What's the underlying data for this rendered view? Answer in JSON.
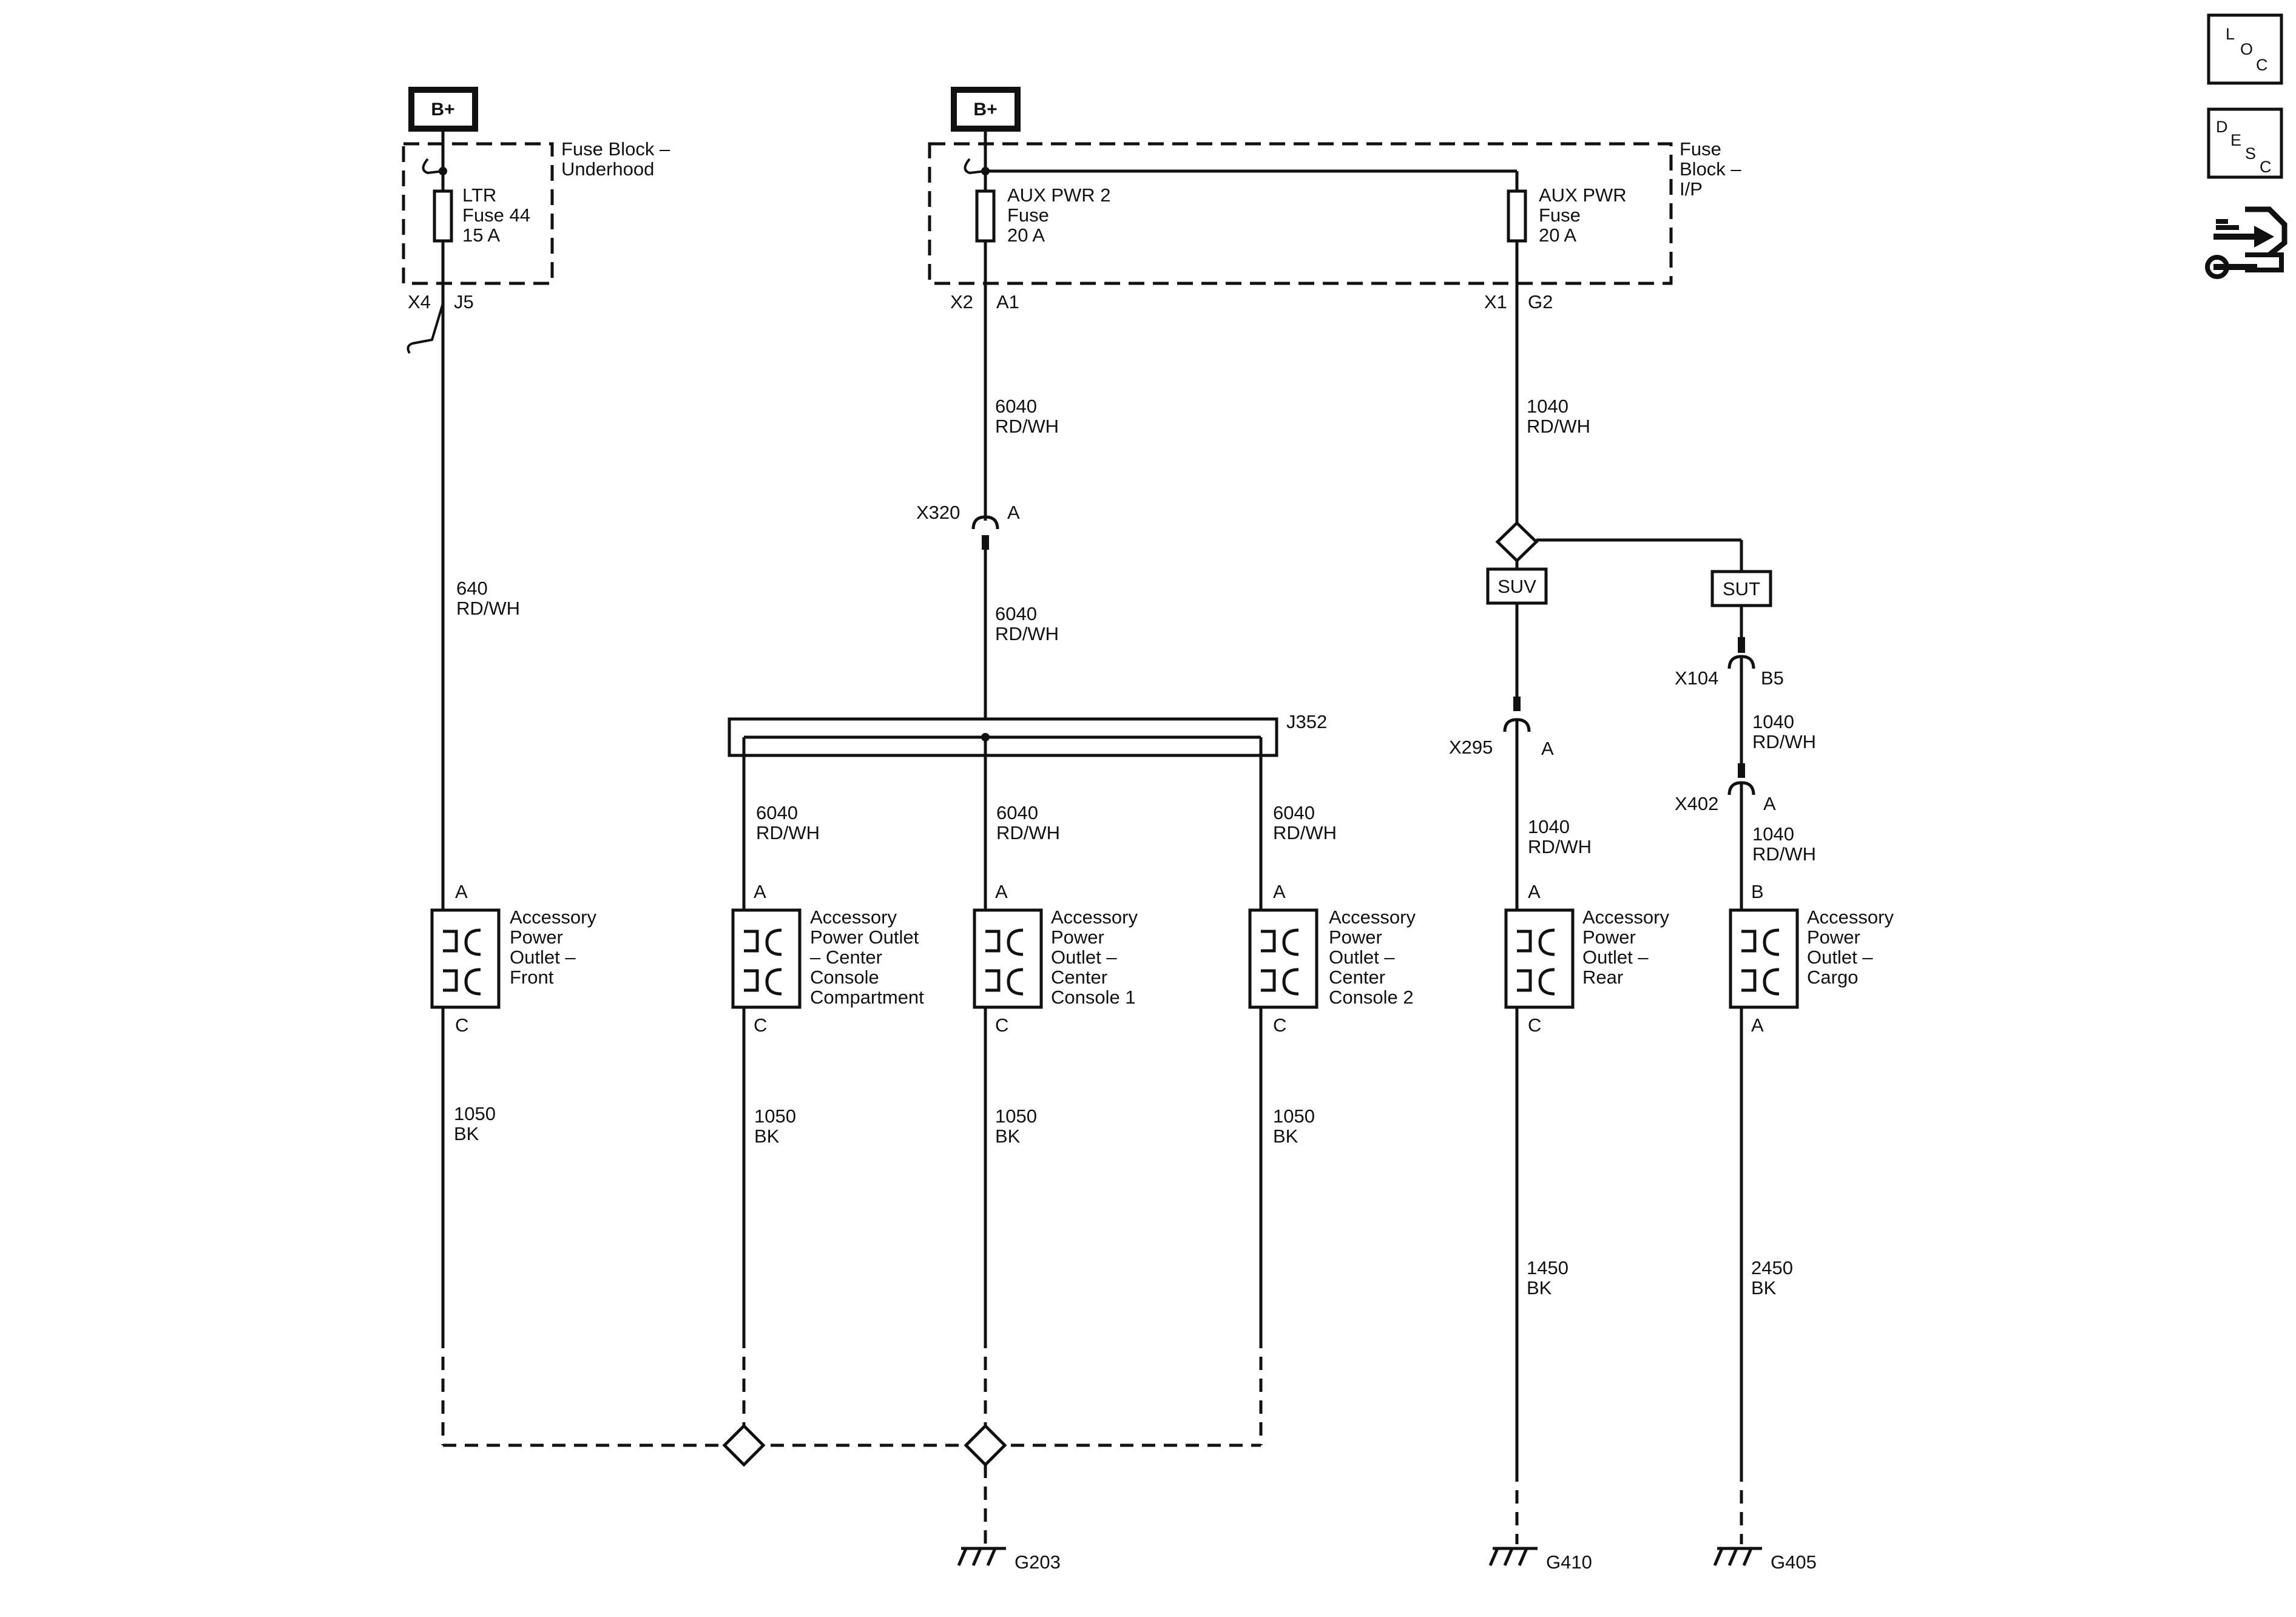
{
  "supply": {
    "left_bplus": "B+",
    "right_bplus": "B+"
  },
  "fuse_block_underhood": {
    "title_lines": [
      "Fuse Block –",
      "Underhood"
    ],
    "fuse_lines": [
      "LTR",
      "Fuse 44",
      "15 A"
    ],
    "connector": "X4",
    "pin": "J5"
  },
  "fuse_block_ip": {
    "title_lines": [
      "Fuse",
      "Block –",
      "I/P"
    ],
    "fuse_a_lines": [
      "AUX PWR 2",
      "Fuse",
      "20 A"
    ],
    "fuse_a_connector": "X2",
    "fuse_a_pin": "A1",
    "fuse_b_lines": [
      "AUX PWR",
      "Fuse",
      "20 A"
    ],
    "fuse_b_connector": "X1",
    "fuse_b_pin": "G2"
  },
  "wires": {
    "w640": [
      "640",
      "RD/WH"
    ],
    "w6040_top": [
      "6040",
      "RD/WH"
    ],
    "w6040_mid": [
      "6040",
      "RD/WH"
    ],
    "w6040_b1": [
      "6040",
      "RD/WH"
    ],
    "w6040_b2": [
      "6040",
      "RD/WH"
    ],
    "w6040_b3": [
      "6040",
      "RD/WH"
    ],
    "w1040_top": [
      "1040",
      "RD/WH"
    ],
    "w1040_rear": [
      "1040",
      "RD/WH"
    ],
    "w1040_cargo_a": [
      "1040",
      "RD/WH"
    ],
    "w1040_cargo_b": [
      "1040",
      "RD/WH"
    ],
    "g1050_a": [
      "1050",
      "BK"
    ],
    "g1050_b": [
      "1050",
      "BK"
    ],
    "g1050_c": [
      "1050",
      "BK"
    ],
    "g1050_d": [
      "1050",
      "BK"
    ],
    "g1450": [
      "1450",
      "BK"
    ],
    "g2450": [
      "2450",
      "BK"
    ]
  },
  "connectors": {
    "x320": "X320",
    "x320_pin": "A",
    "j352": "J352",
    "x295": "X295",
    "x295_pin": "A",
    "x104": "X104",
    "x104_pin": "B5",
    "x402": "X402",
    "x402_pin": "A"
  },
  "options": {
    "suv": "SUV",
    "sut": "SUT"
  },
  "outlets": [
    {
      "lines": [
        "Accessory",
        "Power",
        "Outlet –",
        "Front"
      ],
      "top_pin": "A",
      "bottom_pin": "C"
    },
    {
      "lines": [
        "Accessory",
        "Power Outlet",
        "– Center",
        "Console",
        "Compartment"
      ],
      "top_pin": "A",
      "bottom_pin": "C"
    },
    {
      "lines": [
        "Accessory",
        "Power",
        "Outlet –",
        "Center",
        "Console 1"
      ],
      "top_pin": "A",
      "bottom_pin": "C"
    },
    {
      "lines": [
        "Accessory",
        "Power",
        "Outlet –",
        "Center",
        "Console 2"
      ],
      "top_pin": "A",
      "bottom_pin": "C"
    },
    {
      "lines": [
        "Accessory",
        "Power",
        "Outlet –",
        "Rear"
      ],
      "top_pin": "A",
      "bottom_pin": "C"
    },
    {
      "lines": [
        "Accessory",
        "Power",
        "Outlet –",
        "Cargo"
      ],
      "top_pin": "B",
      "bottom_pin": "A"
    }
  ],
  "grounds": {
    "g203": "G203",
    "g410": "G410",
    "g405": "G405"
  },
  "side_icons": {
    "loc": [
      "L",
      "O",
      "C"
    ],
    "desc": [
      "D",
      "E",
      "S",
      "C"
    ],
    "connector_icon": "connector-repair-icon"
  }
}
